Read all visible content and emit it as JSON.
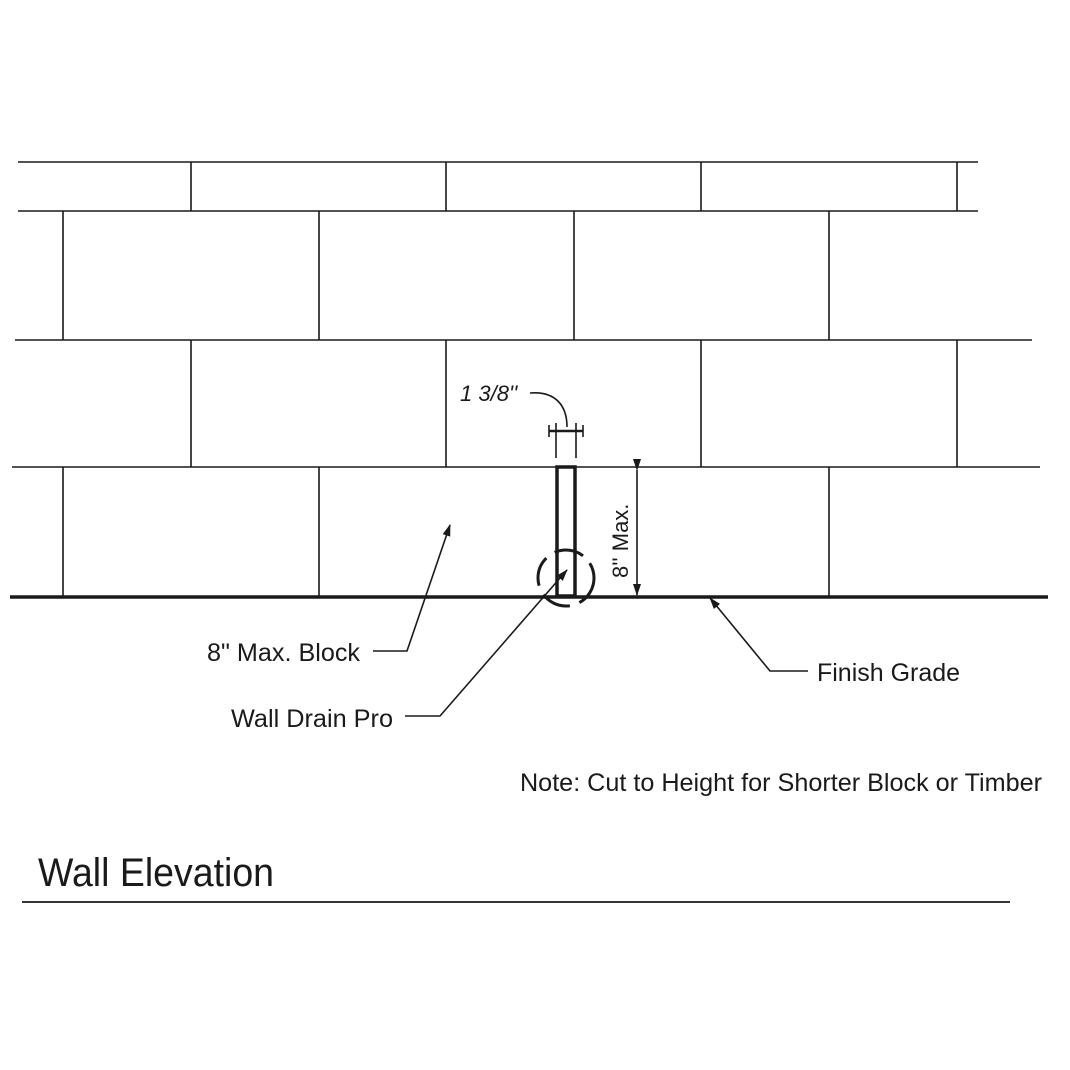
{
  "labels": {
    "width_dim": "1 3/8''",
    "height_dim": "8'' Max.",
    "block": "8\" Max. Block",
    "drain": "Wall Drain Pro",
    "grade": "Finish Grade",
    "note": "Note: Cut to Height for Shorter Block or Timber"
  },
  "title": "Wall Elevation",
  "colors": {
    "line": "#1a1a1a",
    "background": "#ffffff"
  }
}
